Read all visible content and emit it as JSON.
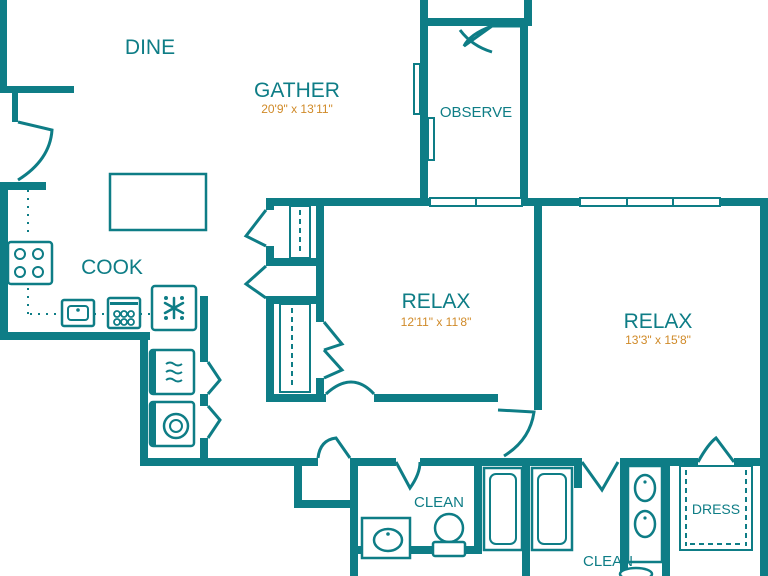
{
  "colors": {
    "wall": "#0e7d86",
    "dimension": "#d08a28",
    "background": "#ffffff"
  },
  "rooms": {
    "dine": {
      "name": "DINE"
    },
    "gather": {
      "name": "GATHER",
      "dimensions": "20'9\" x 13'11\""
    },
    "observe": {
      "name": "OBSERVE"
    },
    "cook": {
      "name": "COOK"
    },
    "relax_1": {
      "name": "RELAX",
      "dimensions": "12'11\" x 11'8\""
    },
    "relax_2": {
      "name": "RELAX",
      "dimensions": "13'3\" x 15'8\""
    },
    "clean_1": {
      "name": "CLEAN"
    },
    "clean_2": {
      "name": "CLEAN"
    },
    "dress": {
      "name": "DRESS"
    }
  },
  "icons": [
    "stove-icon",
    "sink-icon",
    "dishwasher-icon",
    "fridge-icon",
    "washer-icon",
    "dryer-icon",
    "bathtub-icon",
    "toilet-icon",
    "vanity-icon"
  ]
}
